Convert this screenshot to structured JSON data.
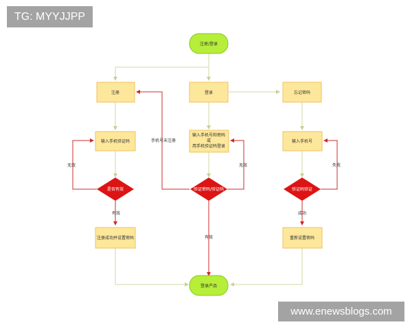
{
  "header": {
    "tag": "TG: MYYJJPP"
  },
  "watermark": {
    "text": "www.enewsblogs.com"
  },
  "flowchart": {
    "start": "注册/登录",
    "register": "注册",
    "login": "登录",
    "forgot": "忘记密码",
    "input_phone_code": "输入手机验证码",
    "input_login_line1": "输入手机号和密码",
    "input_login_line2": "或",
    "input_login_line3": "用手机验证码登录",
    "input_phone": "输入手机号",
    "check_valid": "是否有效",
    "verify_login": "验证密码/验证码",
    "verify_code": "验证码验证",
    "register_success": "注册成功并设置密码",
    "reset_password": "重新设置密码",
    "end": "登录产品",
    "label_invalid_1": "无效",
    "label_valid_1": "有效",
    "label_phone_not_registered": "手机号未注册",
    "label_invalid_2": "无效",
    "label_valid_2": "有效",
    "label_invalid_3": "失败",
    "label_success": "成功"
  },
  "colors": {
    "box_fill": "#fde79a",
    "box_stroke": "#f0c060",
    "terminal_fill": "#b6ee3a",
    "terminal_stroke": "#86c81c",
    "diamond_fill": "#dd1414",
    "line_neutral": "#cfd8a0",
    "line_red": "#cc2a2a"
  }
}
